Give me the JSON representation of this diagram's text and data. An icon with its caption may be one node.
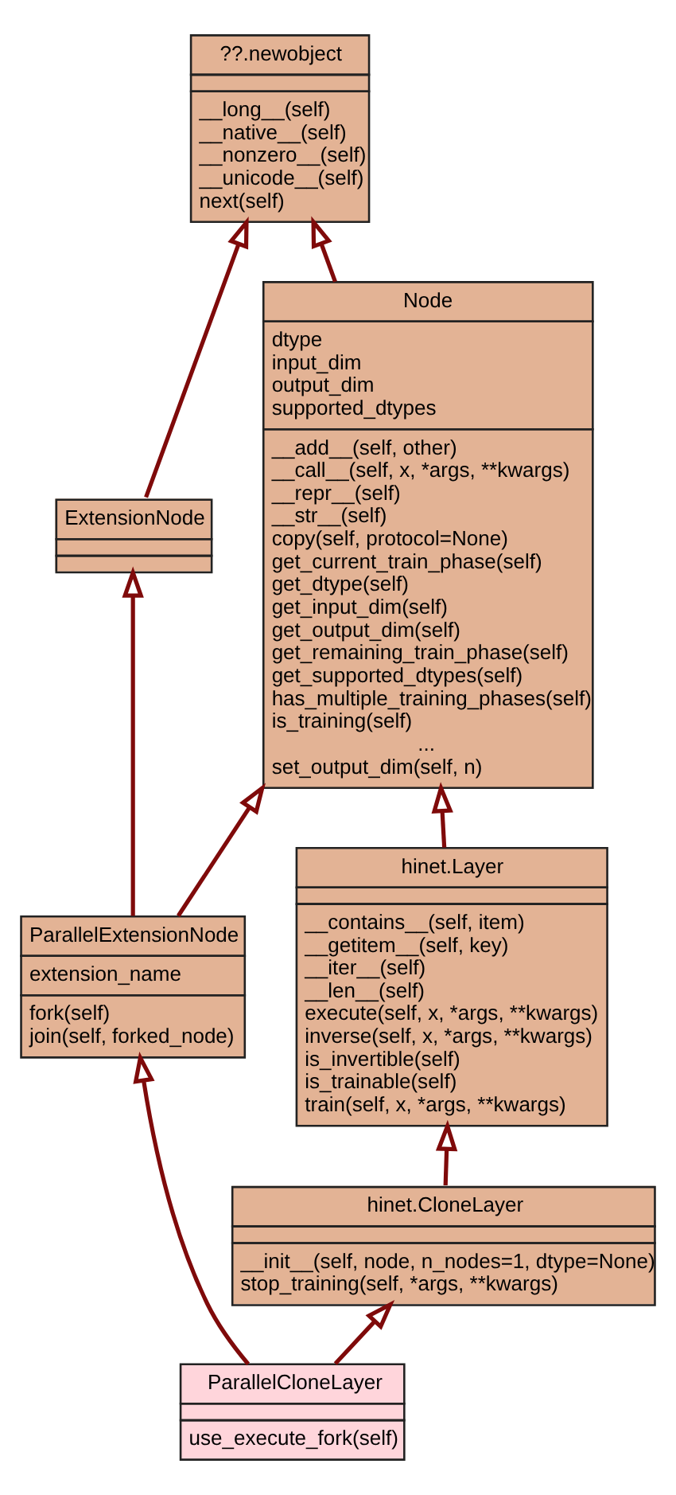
{
  "diagram": {
    "nodes": [
      {
        "text": [
          "??.newobject",
          "__long__(self)",
          "__native__(self)",
          "__nonzero__(self)",
          "__unicode__(self)",
          "next(self)"
        ]
      },
      {
        "text": [
          "Node",
          "dtype",
          "input_dim",
          "output_dim",
          "supported_dtypes",
          "__add__(self, other)",
          "__call__(self, x, *args, **kwargs)",
          "__repr__(self)",
          "__str__(self)",
          "copy(self, protocol=None)",
          "get_current_train_phase(self)",
          "get_dtype(self)",
          "get_input_dim(self)",
          "get_output_dim(self)",
          "get_remaining_train_phase(self)",
          "get_supported_dtypes(self)",
          "has_multiple_training_phases(self)",
          "is_training(self)",
          "...",
          "set_output_dim(self, n)"
        ]
      },
      {
        "text": [
          "ExtensionNode"
        ]
      },
      {
        "text": [
          "hinet.Layer",
          "__contains__(self, item)",
          "__getitem__(self, key)",
          "__iter__(self)",
          "__len__(self)",
          "execute(self, x, *args, **kwargs)",
          "inverse(self, x, *args, **kwargs)",
          "is_invertible(self)",
          "is_trainable(self)",
          "train(self, x, *args, **kwargs)"
        ]
      },
      {
        "text": [
          "ParallelExtensionNode",
          "extension_name",
          "fork(self)",
          "join(self, forked_node)"
        ]
      },
      {
        "text": [
          "hinet.CloneLayer",
          "__init__(self, node, n_nodes=1, dtype=None)",
          "stop_training(self, *args, **kwargs)"
        ]
      },
      {
        "text": [
          "ParallelCloneLayer",
          "use_execute_fork(self)"
        ]
      }
    ],
    "edges": [
      {
        "from": 2,
        "to": 0,
        "arrow": "to"
      },
      {
        "from": 1,
        "to": 0,
        "arrow": "to"
      },
      {
        "from": 4,
        "to": 2,
        "arrow": "to"
      },
      {
        "from": 4,
        "to": 1,
        "arrow": "to"
      },
      {
        "from": 3,
        "to": 1,
        "arrow": "to"
      },
      {
        "from": 5,
        "to": 3,
        "arrow": "to"
      },
      {
        "from": 6,
        "to": 4,
        "arrow": "to"
      },
      {
        "from": 6,
        "to": 5,
        "arrow": "to"
      }
    ]
  }
}
